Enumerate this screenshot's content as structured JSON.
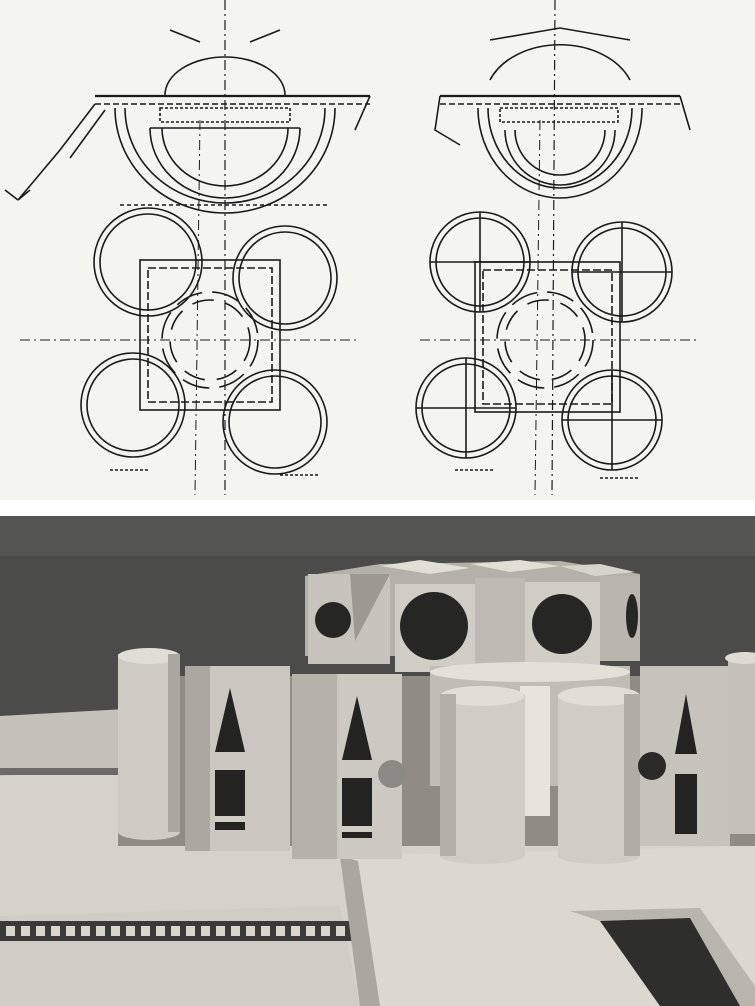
{
  "figure": {
    "upper_panel": "architectural-floor-plans",
    "lower_panel": "architectural-model-photograph",
    "plans": [
      {
        "id": "plan-left",
        "variant": "solid-circles"
      },
      {
        "id": "plan-right",
        "variant": "quartered-circles"
      }
    ],
    "colors": {
      "paper": "#f4f4f1",
      "ink": "#1a1a1a",
      "backdrop": "#4a4a48",
      "model": "#c9c7c0",
      "model_shadow": "#8e8b84",
      "opening": "#262624"
    }
  }
}
